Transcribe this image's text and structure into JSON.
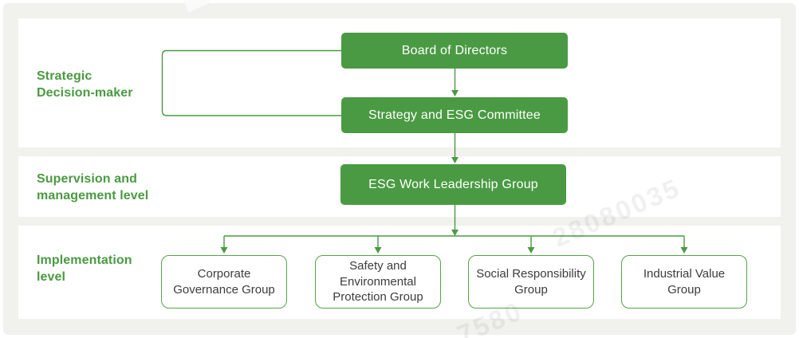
{
  "levels": [
    {
      "label": "Strategic\nDecision-maker"
    },
    {
      "label": "Supervision and\nmanagement level"
    },
    {
      "label": "Implementation\nlevel"
    }
  ],
  "nodes": {
    "board": {
      "label": "Board of Directors"
    },
    "strategy_committee": {
      "label": "Strategy and ESG Committee"
    },
    "esg_leadership": {
      "label": "ESG Work Leadership Group"
    }
  },
  "implementation_groups": [
    {
      "label": "Corporate\nGovernance Group"
    },
    {
      "label": "Safety and\nEnvironmental\nProtection Group"
    },
    {
      "label": "Social Responsibility\nGroup"
    },
    {
      "label": "Industrial Value\nGroup"
    }
  ],
  "watermark": {
    "fragment_top": "28080035",
    "fragment_bottom": "7580"
  },
  "colors": {
    "node_green": "#4a9a43",
    "outline_border_green": "#56a348",
    "label_green": "#4a9a42",
    "connector_green": "#4a9a43",
    "band_background": "#ffffff",
    "panel_background": "#f1f1ee",
    "dark_text": "#3c3c3c"
  }
}
